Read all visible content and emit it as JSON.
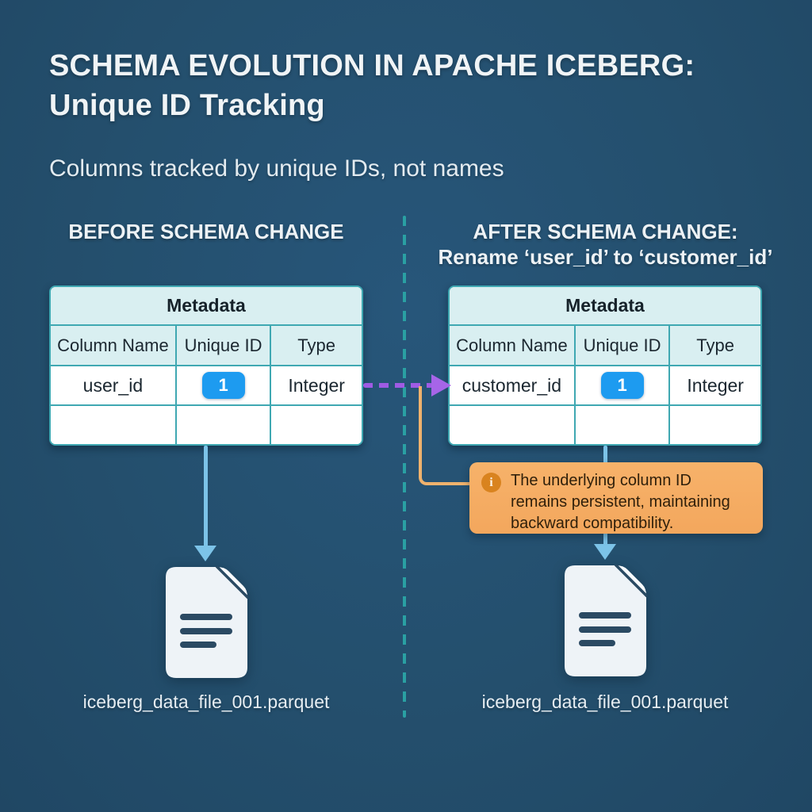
{
  "title": {
    "line1": "SCHEMA EVOLUTION IN APACHE ICEBERG:",
    "line2": "Unique ID Tracking"
  },
  "subtitle": "Columns tracked by unique IDs, not names",
  "panels": {
    "before": {
      "heading": "BEFORE SCHEMA CHANGE",
      "table": {
        "title": "Metadata",
        "columns": [
          "Column Name",
          "Unique ID",
          "Type"
        ],
        "row": {
          "column_name": "user_id",
          "unique_id": "1",
          "type": "Integer"
        }
      },
      "file_label": "iceberg_data_file_001.parquet"
    },
    "after": {
      "heading_line1": "AFTER SCHEMA CHANGE:",
      "heading_line2": "Rename ‘user_id’ to ‘customer_id’",
      "table": {
        "title": "Metadata",
        "columns": [
          "Column Name",
          "Unique ID",
          "Type"
        ],
        "row": {
          "column_name": "customer_id",
          "unique_id": "1",
          "type": "Integer"
        }
      },
      "file_label": "iceberg_data_file_001.parquet"
    }
  },
  "callout": {
    "icon_glyph": "i",
    "text": "The underlying column ID remains persistent, maintaining backward compatibility."
  },
  "colors": {
    "background": "#24506e",
    "table_header_bg": "#d9eff1",
    "table_border_teal": "#3fa8b2",
    "divider_teal": "#2aa0a3",
    "badge_blue": "#1d9bf0",
    "arrow_blue": "#7cc3e8",
    "arrow_purple": "#9f5be4",
    "callout_orange": "#f5ab62",
    "callout_icon_orange": "#d9831f",
    "text_light": "#eef3f5",
    "text_dark": "#1b2730"
  }
}
